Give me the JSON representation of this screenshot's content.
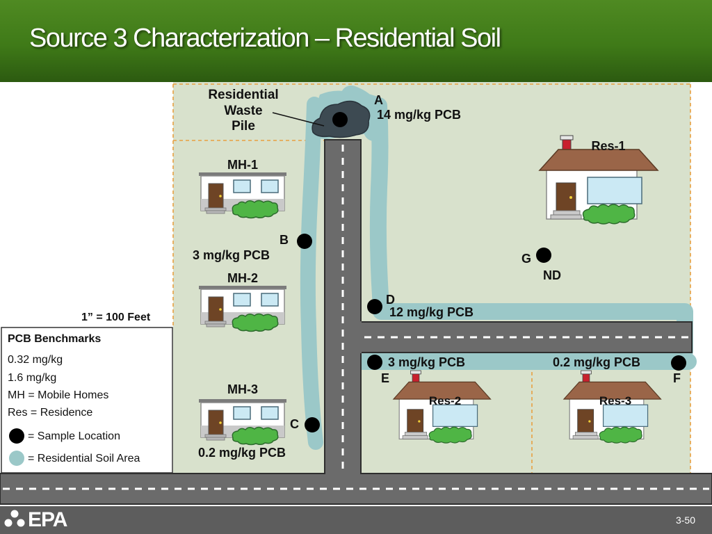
{
  "slide": {
    "title": "Source 3 Characterization – Residential Soil",
    "slide_number": "3-50",
    "logo_text": "EPA"
  },
  "map": {
    "scale": "1” = 100 Feet",
    "waste_pile_label": [
      "Residential",
      "Waste",
      "Pile"
    ],
    "samples": [
      {
        "id": "A",
        "result": "14 mg/kg PCB"
      },
      {
        "id": "B",
        "result": "3 mg/kg PCB"
      },
      {
        "id": "C",
        "result": "0.2 mg/kg PCB"
      },
      {
        "id": "D",
        "result": "12 mg/kg PCB"
      },
      {
        "id": "E",
        "result": "3 mg/kg PCB"
      },
      {
        "id": "F",
        "result": "0.2 mg/kg PCB"
      },
      {
        "id": "G",
        "result": "ND"
      }
    ],
    "buildings": [
      {
        "label": "MH-1",
        "type": "mobile-home"
      },
      {
        "label": "MH-2",
        "type": "mobile-home"
      },
      {
        "label": "MH-3",
        "type": "mobile-home"
      },
      {
        "label": "Res-1",
        "type": "residence"
      },
      {
        "label": "Res-2",
        "type": "residence"
      },
      {
        "label": "Res-3",
        "type": "residence"
      }
    ]
  },
  "legend": {
    "title": "PCB Benchmarks",
    "items": [
      "0.32 mg/kg",
      "1.6 mg/kg",
      "MH = Mobile Homes",
      "Res = Residence"
    ],
    "sample_location": "= Sample Location",
    "soil_area": "= Residential Soil Area"
  },
  "colors": {
    "header_green": "#3f7a18",
    "lawn": "#d8e1cc",
    "soil_area": "#9bc8c8",
    "road": "#6b6b6b",
    "lot_line": "#e8a040",
    "roof": "#9a6548",
    "chimney": "#c8202e",
    "footer": "#5d5d5d"
  }
}
